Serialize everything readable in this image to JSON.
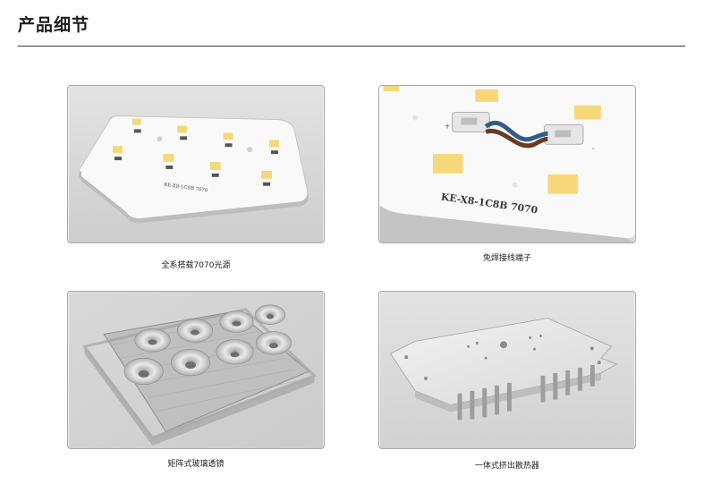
{
  "header": {
    "title": "产品细节"
  },
  "cards": [
    {
      "caption": "全系搭载7070光源",
      "label": "KE-X8-1C8B 7070"
    },
    {
      "caption": "免焊接线端子",
      "label": "KE-X8-1C8B 7070"
    },
    {
      "caption": "矩阵式玻璃透镜"
    },
    {
      "caption": "一体式挤出散热器"
    }
  ],
  "colors": {
    "led_yellow": "#f6d77a",
    "board": "#ffffff",
    "background": "#d6d6d6"
  }
}
